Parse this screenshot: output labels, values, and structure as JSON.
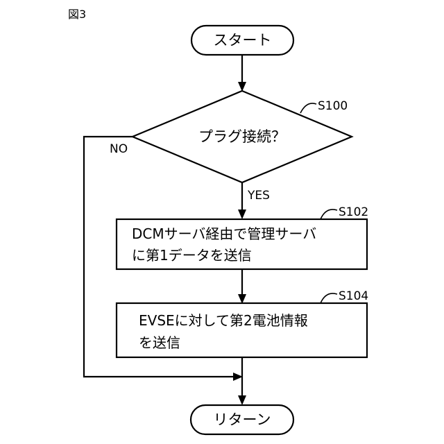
{
  "figure_label": "図3",
  "nodes": {
    "start": "スタート",
    "decision": "プラグ接続？",
    "process1_line1": "DCMサーバ経由で管理サーバ",
    "process1_line2": "に第1データを送信",
    "process2_line1": "EVSEに対して第2電池情報",
    "process2_line2": "を送信",
    "end": "リターン"
  },
  "step_labels": {
    "decision": "S100",
    "process1": "S102",
    "process2": "S104"
  },
  "branch_labels": {
    "yes": "YES",
    "no": "NO"
  }
}
